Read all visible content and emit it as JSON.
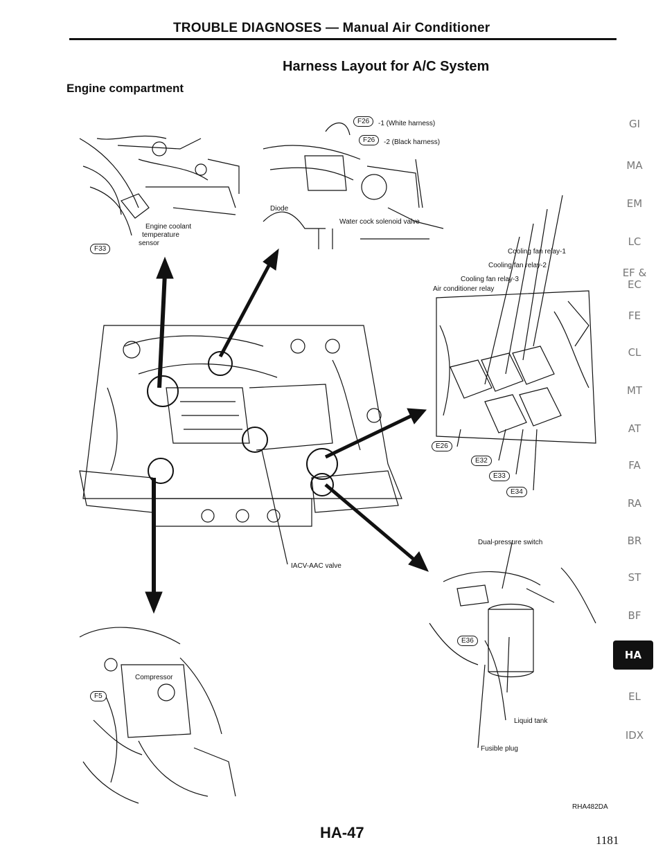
{
  "header": {
    "title": "TROUBLE DIAGNOSES — Manual Air Conditioner"
  },
  "page": {
    "subtitle": "Harness Layout for A/C System",
    "section": "Engine compartment",
    "fig_code": "RHA482DA",
    "page_label": "HA-47",
    "page_number": "1181"
  },
  "labels": {
    "f26_1_tag": "F26",
    "f26_1_text": "-1 (White harness)",
    "f26_2_tag": "F26",
    "f26_2_text": "-2 (Black harness)",
    "diode": "Diode",
    "water_cock": "Water cock solenoid valve",
    "f33_tag": "F33",
    "engine_coolant_1": "Engine coolant",
    "engine_coolant_2": "temperature",
    "engine_coolant_3": "sensor",
    "cooling_fan_1": "Cooling fan relay-1",
    "cooling_fan_2": "Cooling fan relay-2",
    "cooling_fan_3": "Cooling fan relay-3",
    "ac_relay": "Air conditioner relay",
    "e26_tag": "E26",
    "e32_tag": "E32",
    "e33_tag": "E33",
    "e34_tag": "E34",
    "iacv": "IACV-AAC valve",
    "dual_pressure": "Dual-pressure switch",
    "e36_tag": "E36",
    "liquid_tank": "Liquid tank",
    "fusible_plug": "Fusible plug",
    "compressor": "Compressor",
    "f5_tag": "F5"
  },
  "side_tabs": [
    "GI",
    "MA",
    "EM",
    "LC",
    "EF &",
    "EC",
    "FE",
    "CL",
    "MT",
    "AT",
    "FA",
    "RA",
    "BR",
    "ST",
    "BF",
    "HA",
    "EL",
    "IDX"
  ]
}
